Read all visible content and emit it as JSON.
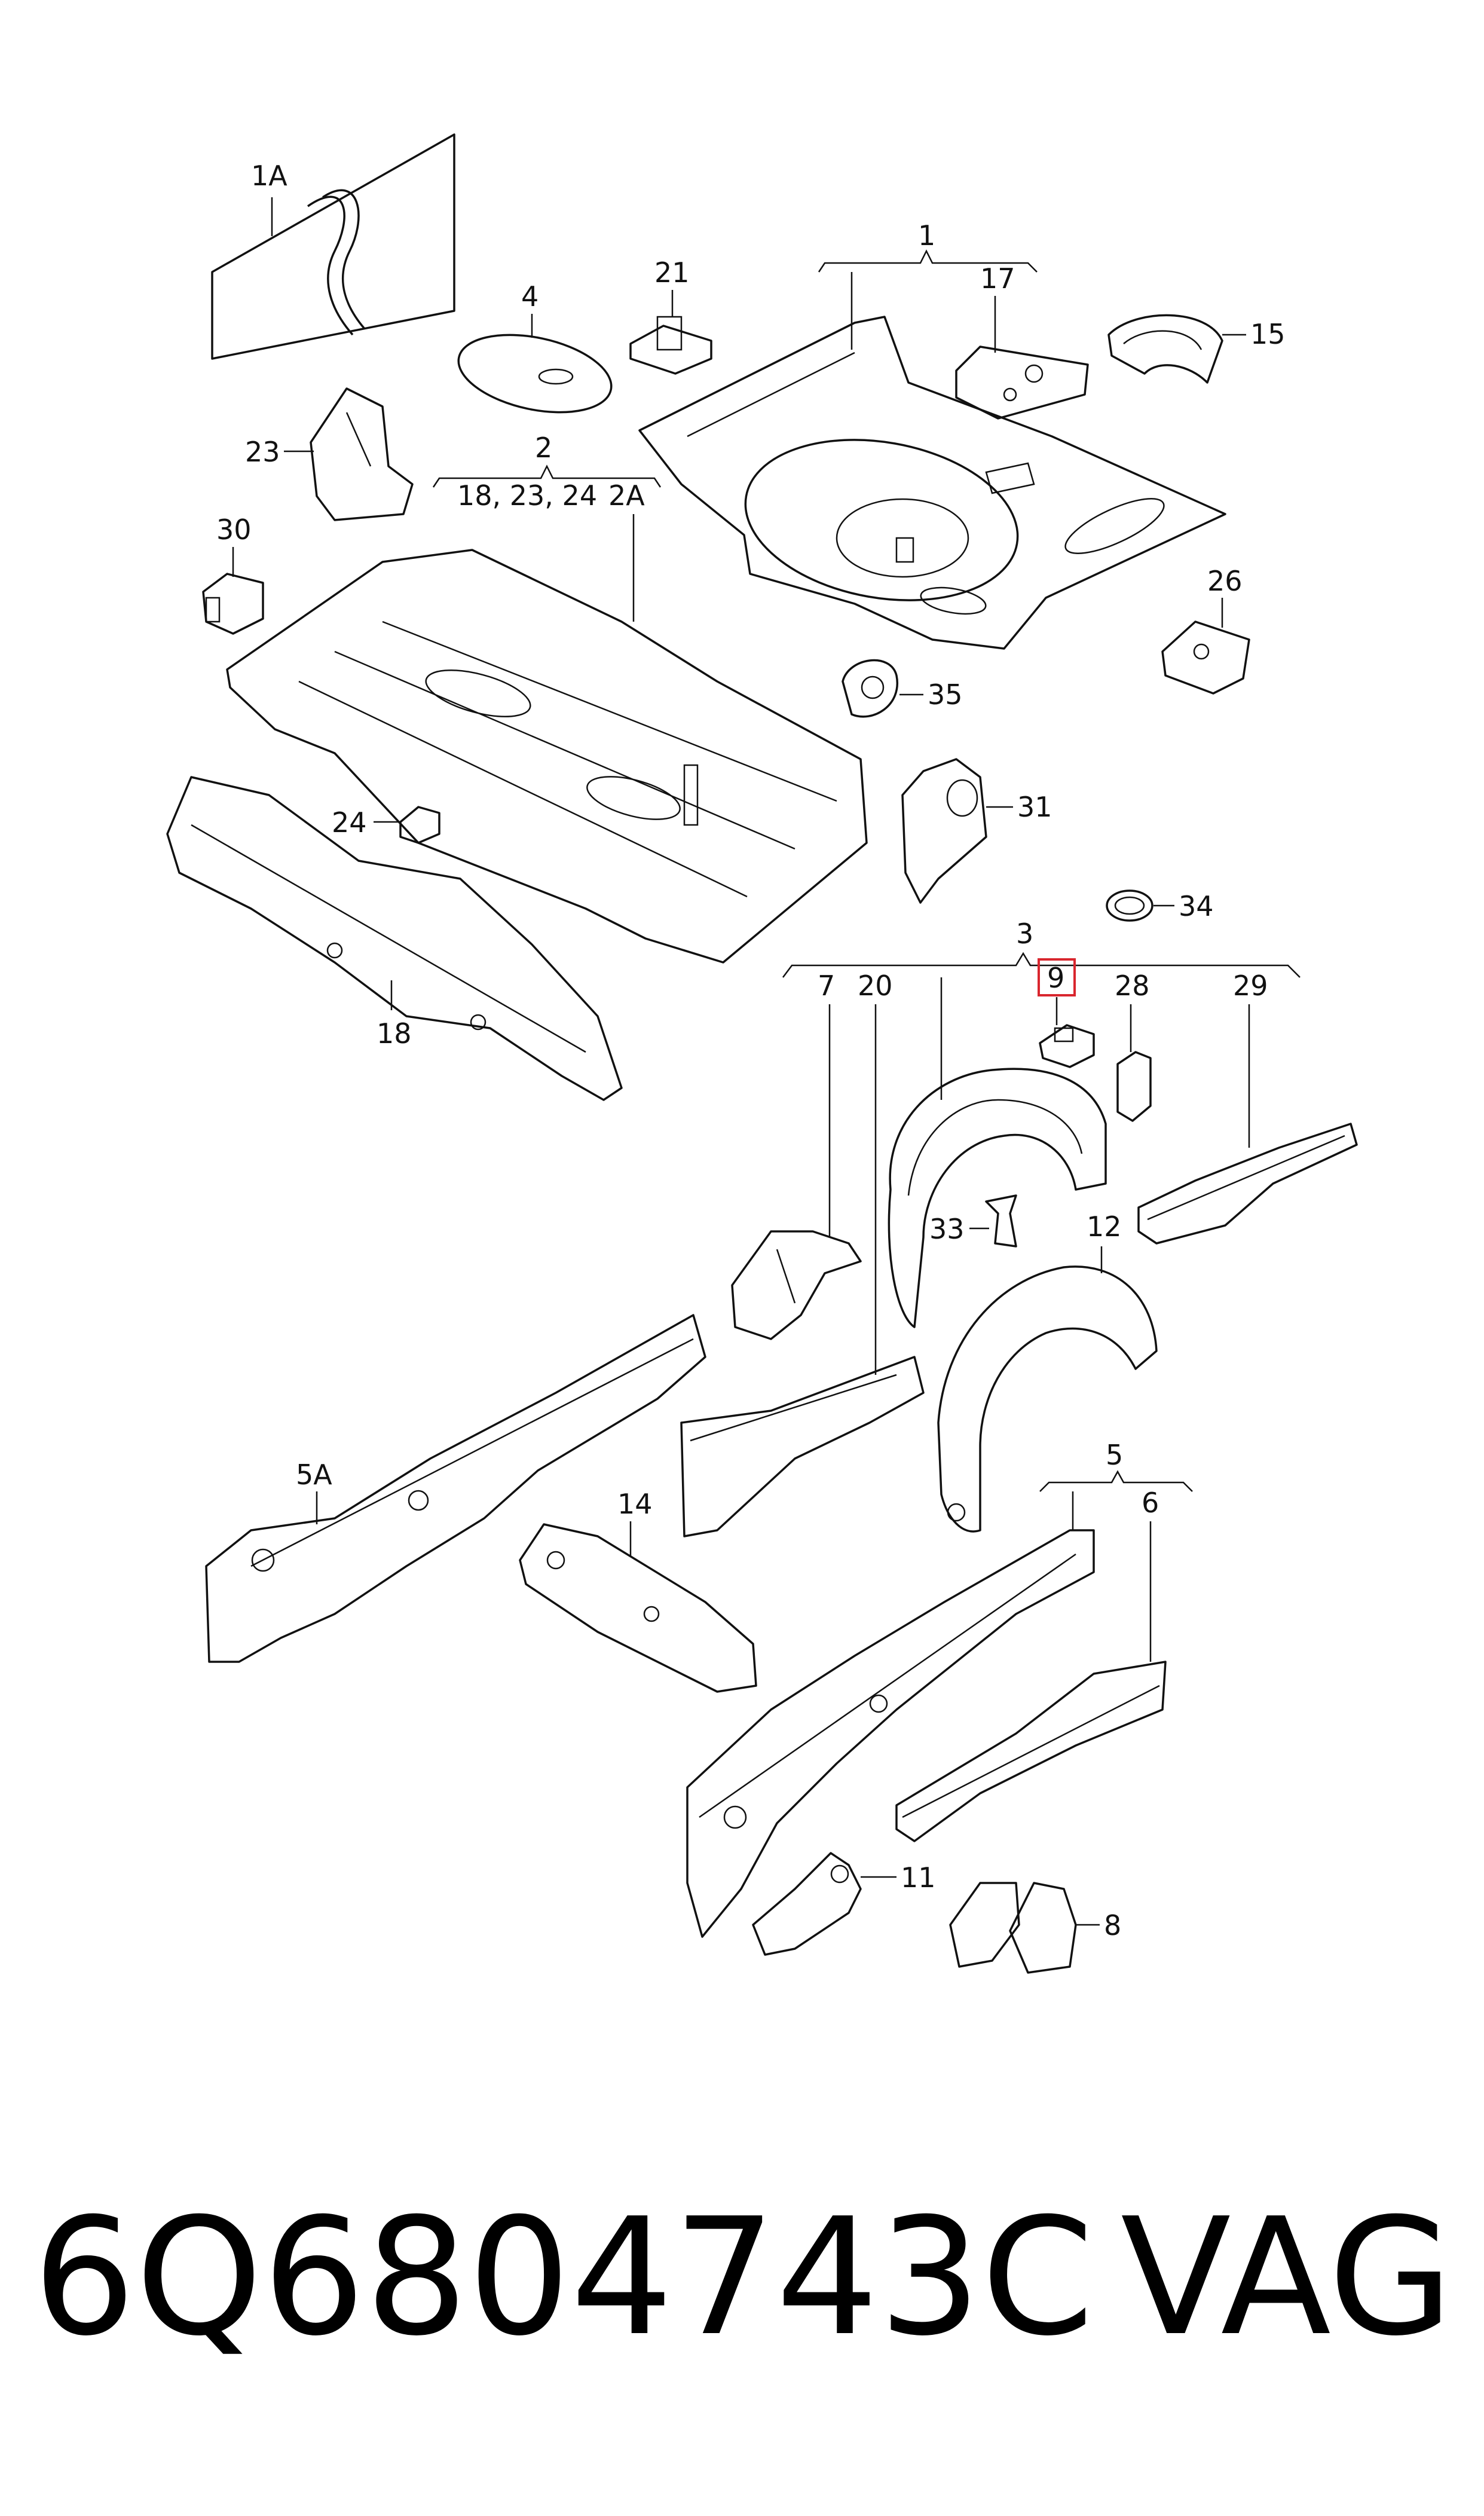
{
  "diagram": {
    "callouts": {
      "c1A": "1A",
      "c1": "1",
      "c4": "4",
      "c21": "21",
      "c17": "17",
      "c15": "15",
      "c23": "23",
      "c2": "2",
      "c2sub": "18, 23, 24",
      "c2A": "2A",
      "c30": "30",
      "c26": "26",
      "c35": "35",
      "c31": "31",
      "c24": "24",
      "c34": "34",
      "c18": "18",
      "c3": "3",
      "c7": "7",
      "c20": "20",
      "c9": "9",
      "c28": "28",
      "c29": "29",
      "c33": "33",
      "c12": "12",
      "c5A": "5A",
      "c14": "14",
      "c5": "5",
      "c6": "6",
      "c11": "11",
      "c8": "8"
    },
    "highlight_color": "#d9262e"
  },
  "caption": {
    "part_number": "6Q6804743C",
    "brand": "VAG"
  }
}
